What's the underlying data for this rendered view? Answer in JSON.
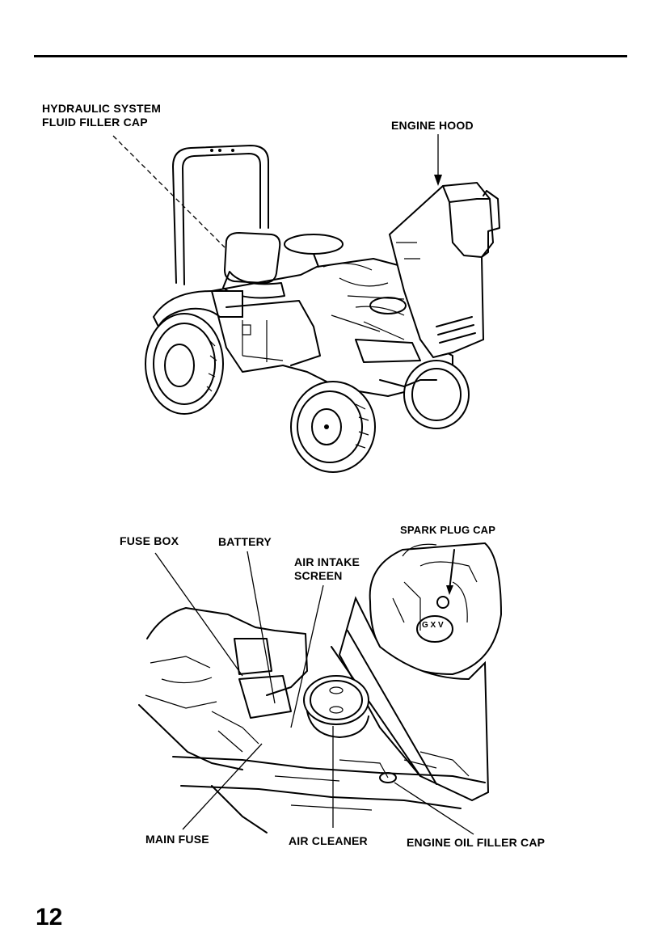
{
  "page": {
    "number": "12"
  },
  "figure_top": {
    "labels": {
      "hydraulic_line1": "HYDRAULIC SYSTEM",
      "hydraulic_line2": "FLUID FILLER CAP",
      "engine_hood": "ENGINE HOOD"
    }
  },
  "figure_bottom": {
    "labels": {
      "fuse_box": "FUSE BOX",
      "battery": "BATTERY",
      "air_intake_line1": "AIR INTAKE",
      "air_intake_line2": "SCREEN",
      "spark_plug_cap": "SPARK PLUG CAP",
      "main_fuse": "MAIN FUSE",
      "air_cleaner": "AIR CLEANER",
      "engine_oil_filler_cap": "ENGINE OIL FILLER CAP"
    },
    "inset_engine_marking": "G X V"
  }
}
